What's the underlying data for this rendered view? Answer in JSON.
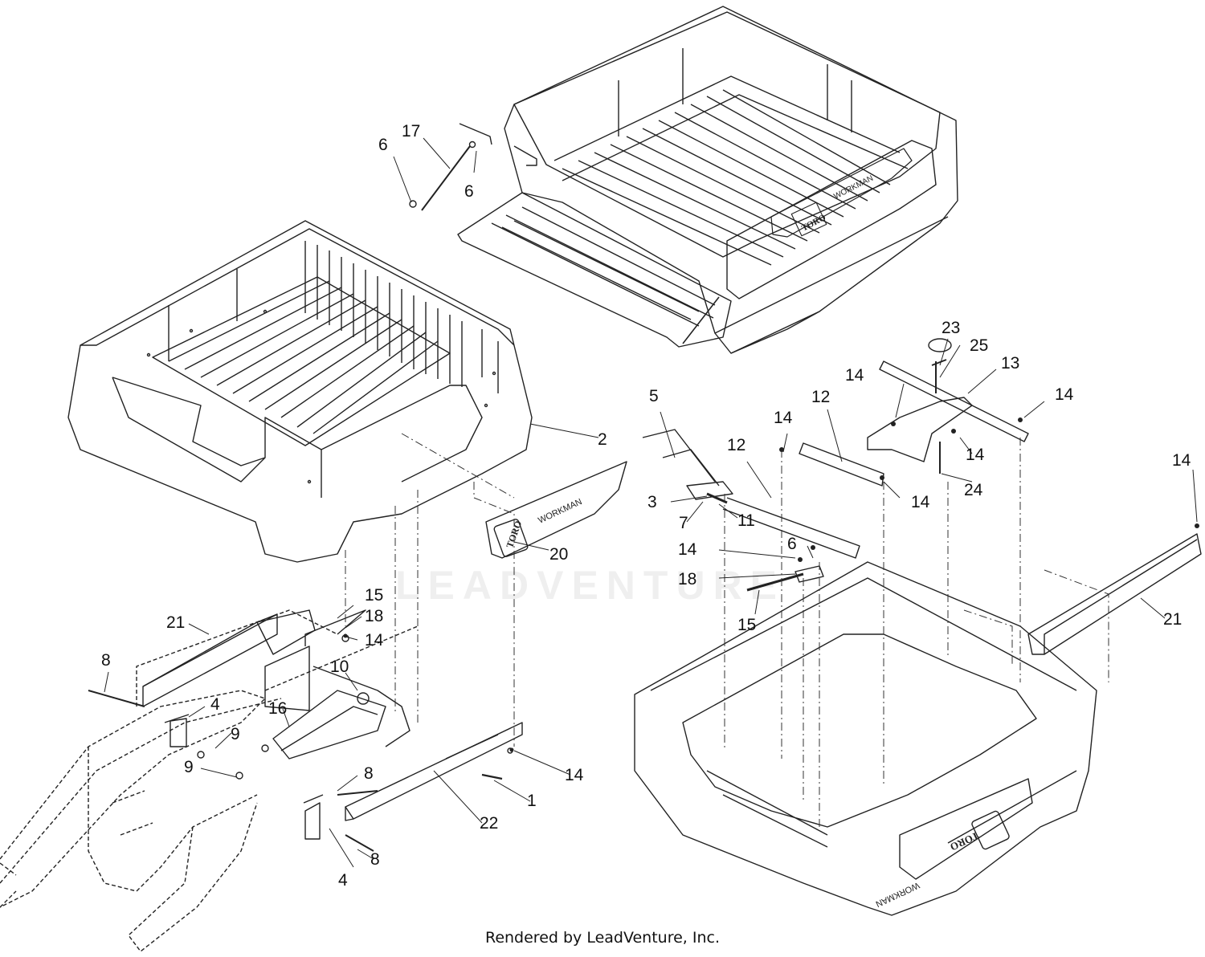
{
  "diagram": {
    "callouts": {
      "c6a": "6",
      "c17": "17",
      "c6b": "6",
      "c2": "2",
      "c20": "20",
      "c5": "5",
      "c12a": "12",
      "c12b": "12",
      "c14a": "14",
      "c23": "23",
      "c25": "25",
      "c13": "13",
      "c14b": "14",
      "c14c": "14",
      "c24": "24",
      "c14d": "14",
      "c3": "3",
      "c7": "7",
      "c11": "11",
      "c14e": "14",
      "c6c": "6",
      "c14f": "14",
      "c18a": "18",
      "c15a": "15",
      "c14g": "14",
      "c21a": "21",
      "c15b": "15",
      "c18b": "18",
      "c14h": "14",
      "c21b": "21",
      "c8a": "8",
      "c10": "10",
      "c16": "16",
      "c4a": "4",
      "c9a": "9",
      "c9b": "9",
      "c8b": "8",
      "c14i": "14",
      "c1": "1",
      "c22": "22",
      "c4b": "4",
      "c8c": "8"
    },
    "decals": {
      "brand": "TORO",
      "model": "WORKMAN"
    },
    "watermark": "LEADVENTURE"
  },
  "footer": {
    "text": "Rendered by LeadVenture, Inc."
  }
}
